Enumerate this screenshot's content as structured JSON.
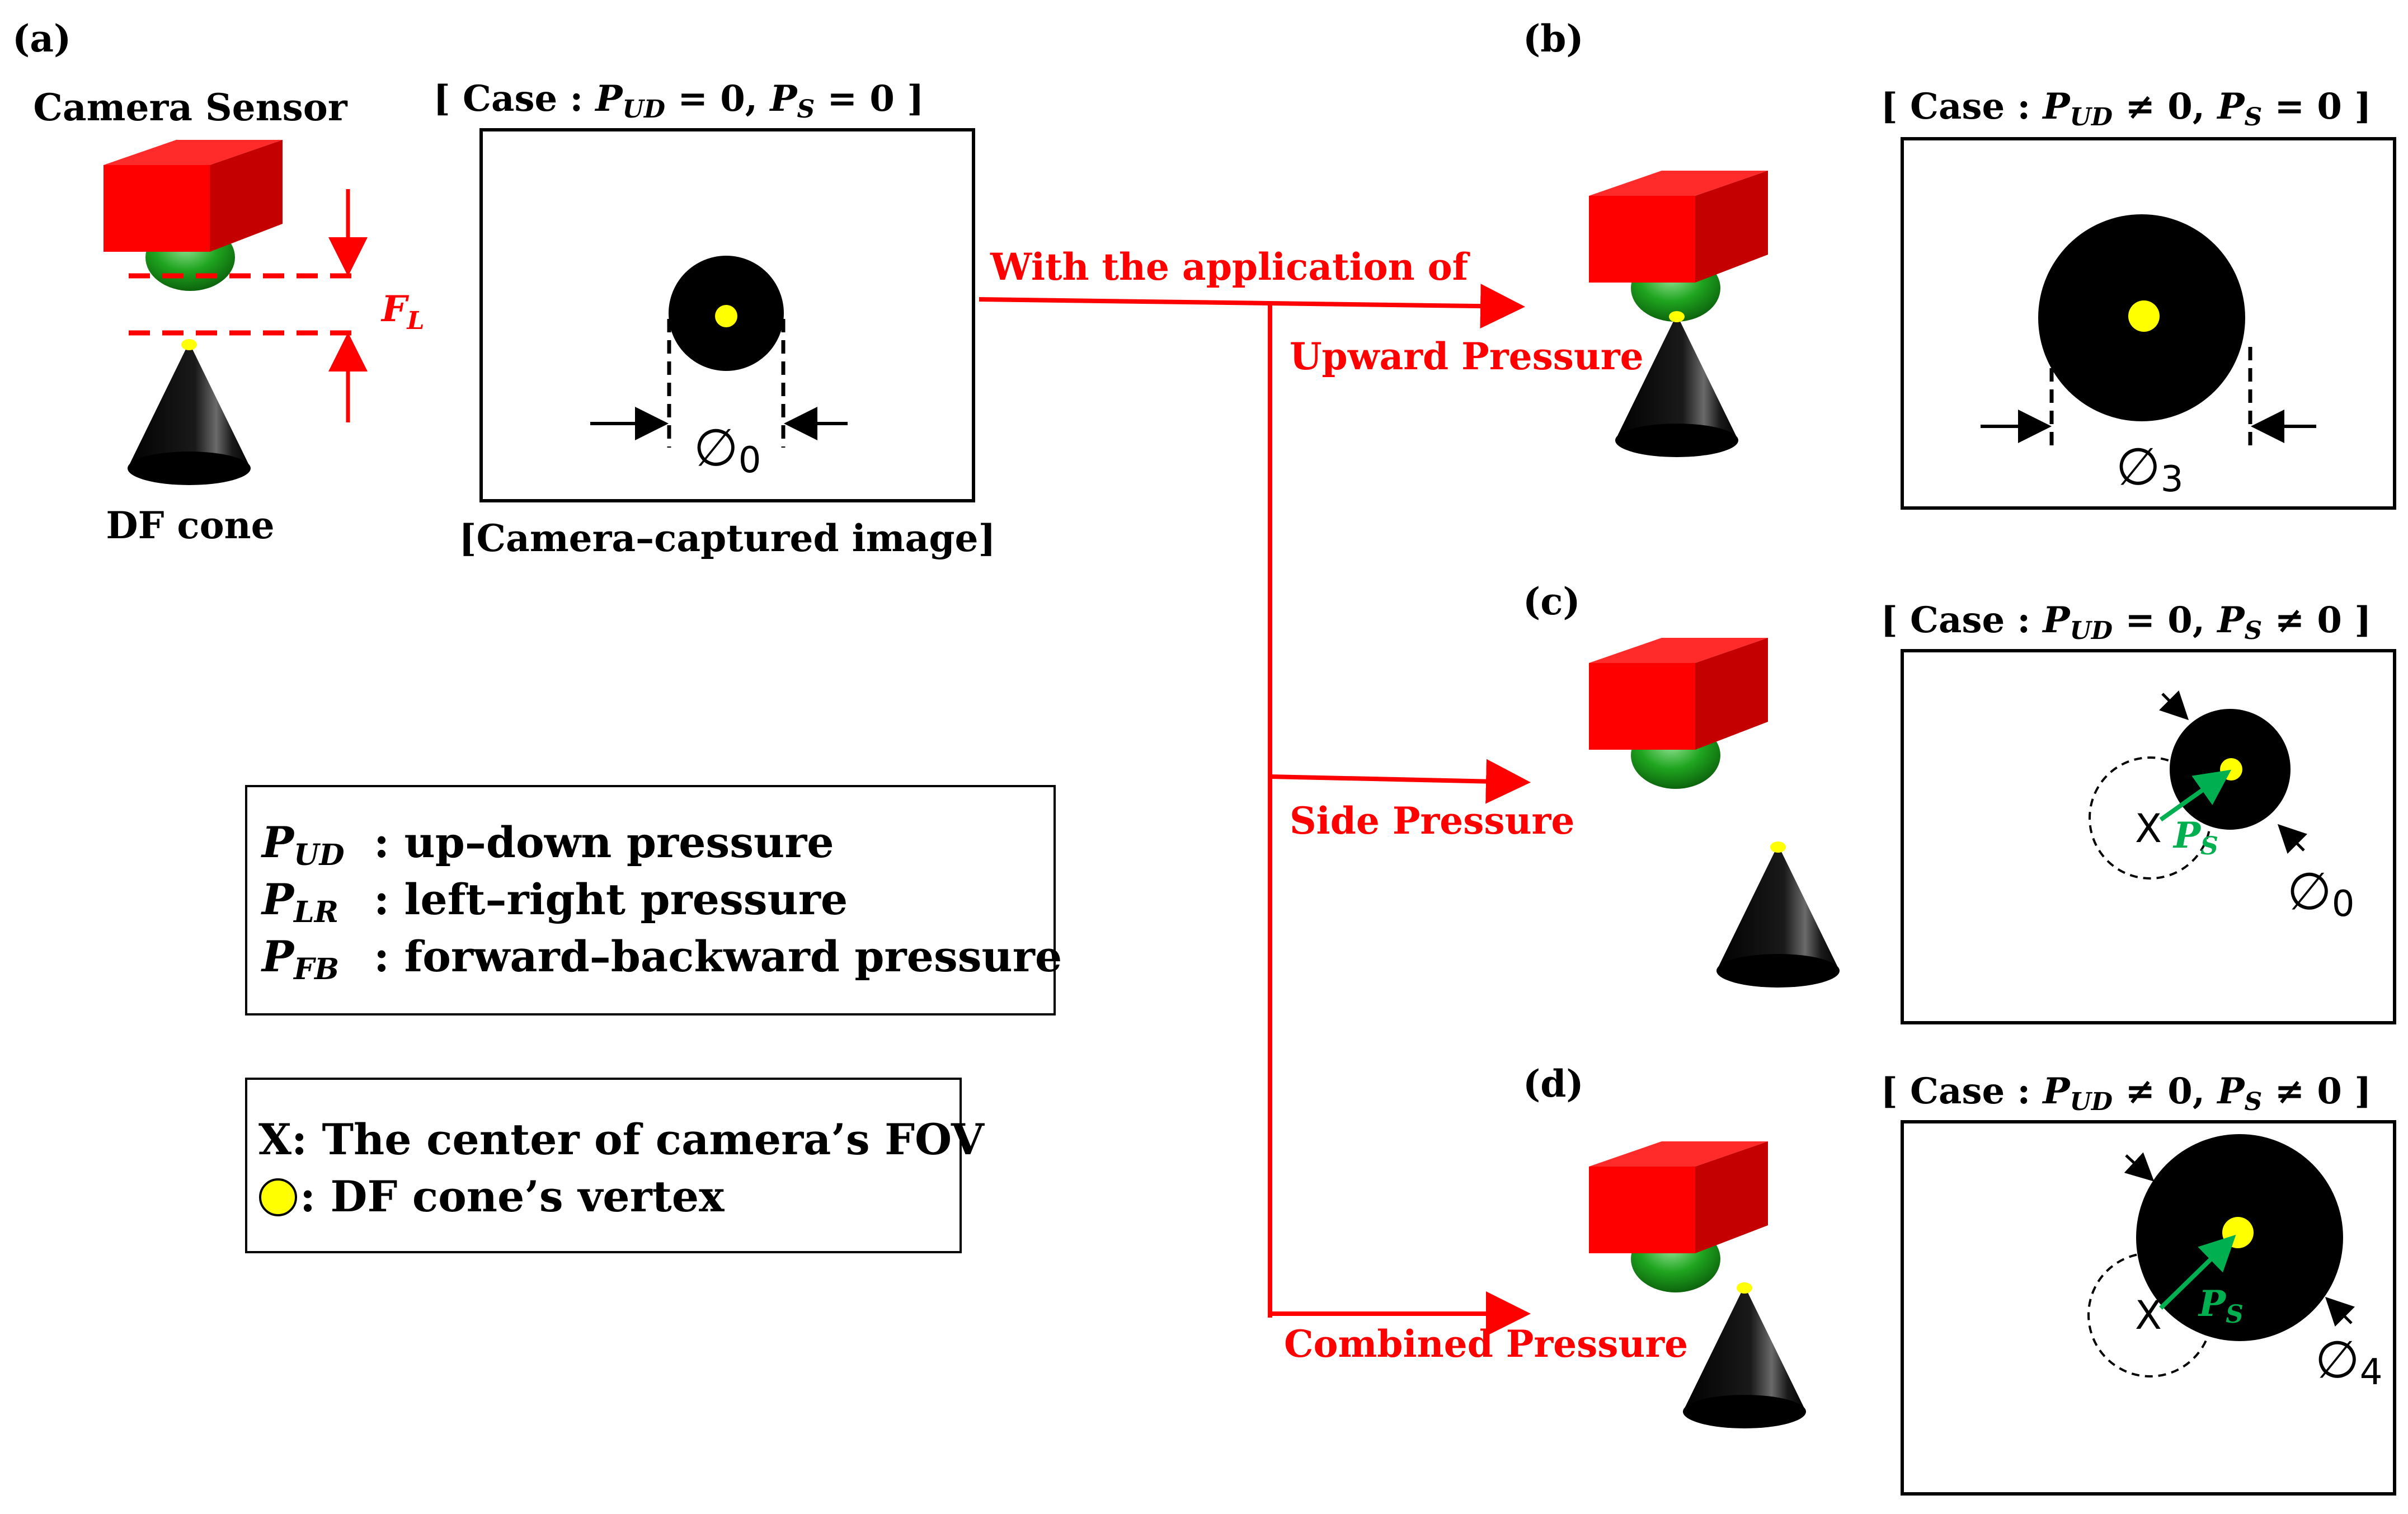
{
  "panels": {
    "a": {
      "label": "(a)",
      "camera_label": "Camera Sensor",
      "cone_label": "DF cone",
      "focal_label": "F",
      "focal_sub": "L",
      "case": {
        "prefix": "[ Case : ",
        "p1": "P",
        "p1sub": "UD",
        "rel1": " = 0, ",
        "p2": "P",
        "p2sub": "S",
        "rel2": " = 0 ]"
      },
      "diameter": "∅",
      "diameter_sub": "0",
      "caption": "[Camera–captured image]"
    },
    "b": {
      "label": "(b)",
      "case": {
        "prefix": "[ Case : ",
        "p1": "P",
        "p1sub": "UD",
        "rel1": " ≠ 0, ",
        "p2": "P",
        "p2sub": "S",
        "rel2": " = 0 ]"
      },
      "diameter": "∅",
      "diameter_sub": "3"
    },
    "c": {
      "label": "(c)",
      "case": {
        "prefix": "[ Case : ",
        "p1": "P",
        "p1sub": "UD",
        "rel1": " = 0, ",
        "p2": "P",
        "p2sub": "S",
        "rel2": " ≠ 0 ]"
      },
      "diameter": "∅",
      "diameter_sub": "0",
      "center_mark": "X",
      "vector": "P",
      "vector_sub": "S"
    },
    "d": {
      "label": "(d)",
      "case": {
        "prefix": "[ Case : ",
        "p1": "P",
        "p1sub": "UD",
        "rel1": " ≠ 0, ",
        "p2": "P",
        "p2sub": "S",
        "rel2": " ≠ 0 ]"
      },
      "diameter": "∅",
      "diameter_sub": "4",
      "center_mark": "X",
      "vector": "P",
      "vector_sub": "S"
    }
  },
  "arrows": {
    "main": "With the application of",
    "upward": "Upward Pressure",
    "side": "Side Pressure",
    "combined": "Combined Pressure"
  },
  "legend": {
    "pressures": [
      {
        "sym": "P",
        "sub": "UD",
        "desc": ": up–down pressure"
      },
      {
        "sym": "P",
        "sub": "LR",
        "desc": ": left–right pressure"
      },
      {
        "sym": "P",
        "sub": "FB",
        "desc": ": forward–backward pressure"
      }
    ],
    "markers": [
      {
        "sym": "X",
        "desc": ": The center of camera’s FOV"
      },
      {
        "sym": "",
        "desc": ": DF cone’s vertex"
      }
    ]
  },
  "colors": {
    "red": "#ff0000",
    "sensor_front": "#ff0000",
    "sensor_top": "#ff2a2a",
    "sensor_side": "#c40000",
    "lens": "#1fa51f",
    "cone": "#111111",
    "vertex": "#ffff00",
    "vector": "#00b050",
    "black": "#000000"
  }
}
